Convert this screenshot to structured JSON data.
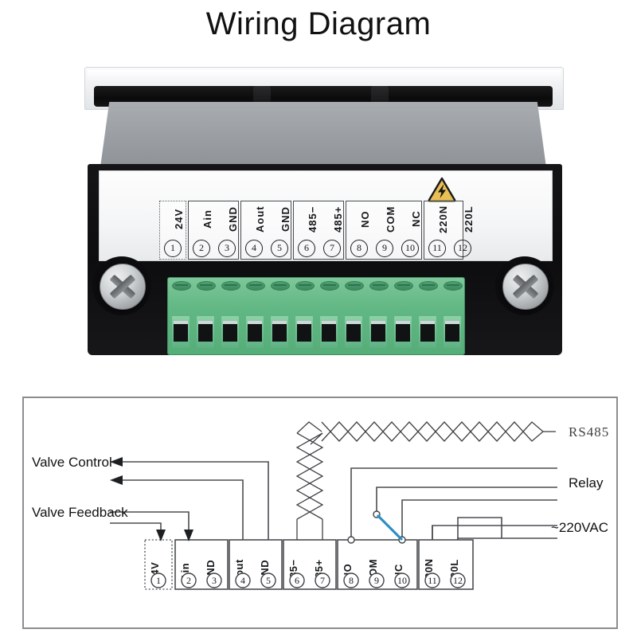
{
  "title": "Wiring Diagram",
  "device": {
    "warning_icon": "high-voltage-warning-icon",
    "cover": "clear-flip-cover",
    "terminal_block_color": "#62b884"
  },
  "terminals": [
    {
      "num": "1",
      "label": "24V"
    },
    {
      "num": "2",
      "label": "Ain"
    },
    {
      "num": "3",
      "label": "GND"
    },
    {
      "num": "4",
      "label": "Aout"
    },
    {
      "num": "5",
      "label": "GND"
    },
    {
      "num": "6",
      "label": "485−"
    },
    {
      "num": "7",
      "label": "485+"
    },
    {
      "num": "8",
      "label": "NO"
    },
    {
      "num": "9",
      "label": "COM"
    },
    {
      "num": "10",
      "label": "NC"
    },
    {
      "num": "11",
      "label": "220N"
    },
    {
      "num": "12",
      "label": "220L"
    }
  ],
  "terminal_groups": [
    {
      "name": "power",
      "from": 1,
      "to": 1,
      "style": "dotted"
    },
    {
      "name": "analog-in",
      "from": 2,
      "to": 3,
      "style": "solid"
    },
    {
      "name": "analog-out",
      "from": 4,
      "to": 5,
      "style": "solid"
    },
    {
      "name": "rs485",
      "from": 6,
      "to": 7,
      "style": "solid"
    },
    {
      "name": "relay",
      "from": 8,
      "to": 10,
      "style": "solid"
    },
    {
      "name": "mains",
      "from": 11,
      "to": 12,
      "style": "solid"
    }
  ],
  "schematic": {
    "left_labels": [
      {
        "text": "Valve Control",
        "name": "valve-control-label"
      },
      {
        "text": "Valve Feedback",
        "name": "valve-feedback-label"
      }
    ],
    "right_labels": [
      {
        "text": "RS485",
        "name": "rs485-label",
        "font": "serif"
      },
      {
        "text": "Relay",
        "name": "relay-label",
        "font": "sans"
      },
      {
        "text": "~220VAC",
        "name": "mains-label",
        "font": "sans"
      }
    ],
    "relay_contact": {
      "name": "relay-contact-switch",
      "color": "#2d8fc4",
      "from_terminal": "9",
      "to_terminal": "10"
    },
    "rs485_cable": "twisted-pair"
  },
  "colors": {
    "accent_blue": "#2d8fc4",
    "terminal_green": "#62b884",
    "warning_yellow": "#e8bf55",
    "frame_gray": "#8a8d90"
  }
}
